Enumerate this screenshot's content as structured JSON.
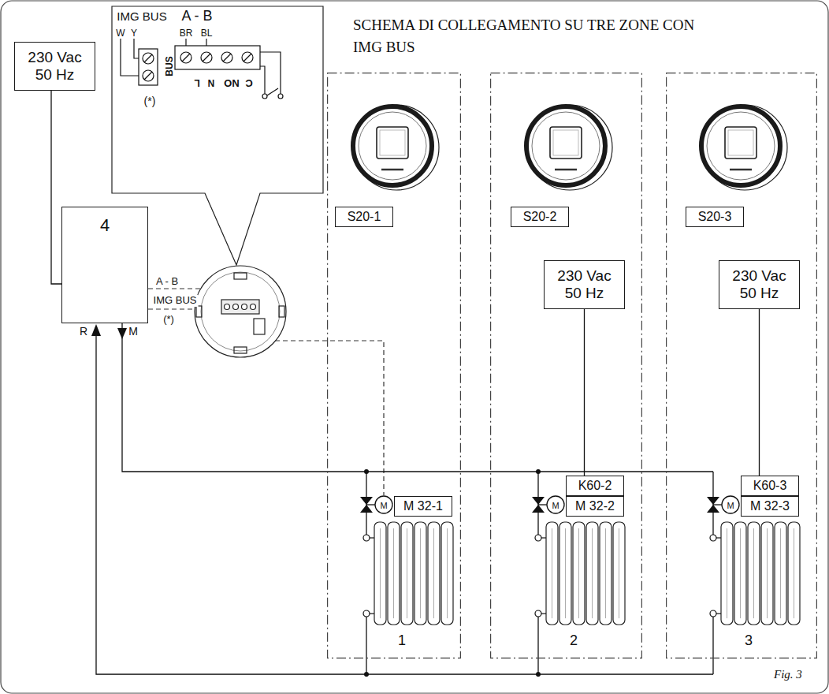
{
  "diagram": {
    "title": "SCHEMA DI COLLEGAMENTO SU TRE ZONE CON IMG BUS",
    "caption": "Fig. 3",
    "nodes": [
      {
        "text": [
          "230 Vac 50 Hz"
        ]
      },
      {
        "text": [
          "4"
        ]
      },
      {
        "text": [
          "1"
        ]
      },
      {
        "text": [
          "S20-1"
        ],
        "in": 2
      },
      {
        "text": [
          "M 32-1"
        ],
        "in": 2
      },
      {
        "text": [
          "2"
        ]
      },
      {
        "text": [
          "S20-2"
        ],
        "in": 5
      },
      {
        "text": [
          "230 Vac 50 Hz"
        ],
        "in": 5
      },
      {
        "text": [
          "K60-2"
        ],
        "in": 5
      },
      {
        "text": [
          "M 32-2"
        ],
        "in": 5
      },
      {
        "text": [
          "3"
        ]
      },
      {
        "text": [
          "S20-3"
        ],
        "in": 10
      },
      {
        "text": [
          "230 Vac 50 Hz"
        ],
        "in": 10
      },
      {
        "text": [
          "K60-3"
        ],
        "in": 10
      },
      {
        "text": [
          "M 32-3"
        ],
        "in": 10
      }
    ],
    "edges": [
      {
        "from": 0,
        "to": 1,
        "arrow": "none"
      },
      {
        "from": 7,
        "to": 8,
        "arrow": "none"
      },
      {
        "from": 12,
        "to": 13,
        "arrow": "none"
      }
    ],
    "labels": [
      "IMG BUS",
      "A - B",
      "W",
      "Y",
      "BR",
      "BL",
      "(*)",
      "BUS",
      "L",
      "N",
      "NO",
      "C",
      "A - B",
      "IMG BUS",
      "(*)",
      "R",
      "M",
      "M",
      "M",
      "M"
    ]
  }
}
